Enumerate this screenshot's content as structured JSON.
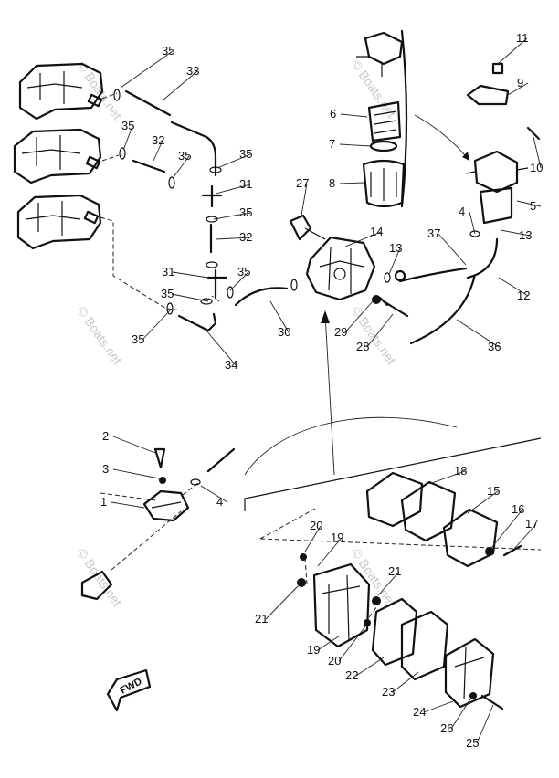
{
  "watermark": "© Boats.net",
  "fwd_label": "FWD",
  "callouts": [
    "35",
    "33",
    "35",
    "32",
    "35",
    "35",
    "31",
    "35",
    "32",
    "31",
    "35",
    "35",
    "35",
    "30",
    "34",
    "27",
    "14",
    "13",
    "29",
    "28",
    "36",
    "37",
    "4",
    "13",
    "12",
    "6",
    "7",
    "8",
    "11",
    "9",
    "10",
    "5",
    "2",
    "3",
    "1",
    "4",
    "18",
    "15",
    "16",
    "17",
    "20",
    "19",
    "21",
    "21",
    "19",
    "20",
    "22",
    "23",
    "24",
    "26",
    "25"
  ]
}
